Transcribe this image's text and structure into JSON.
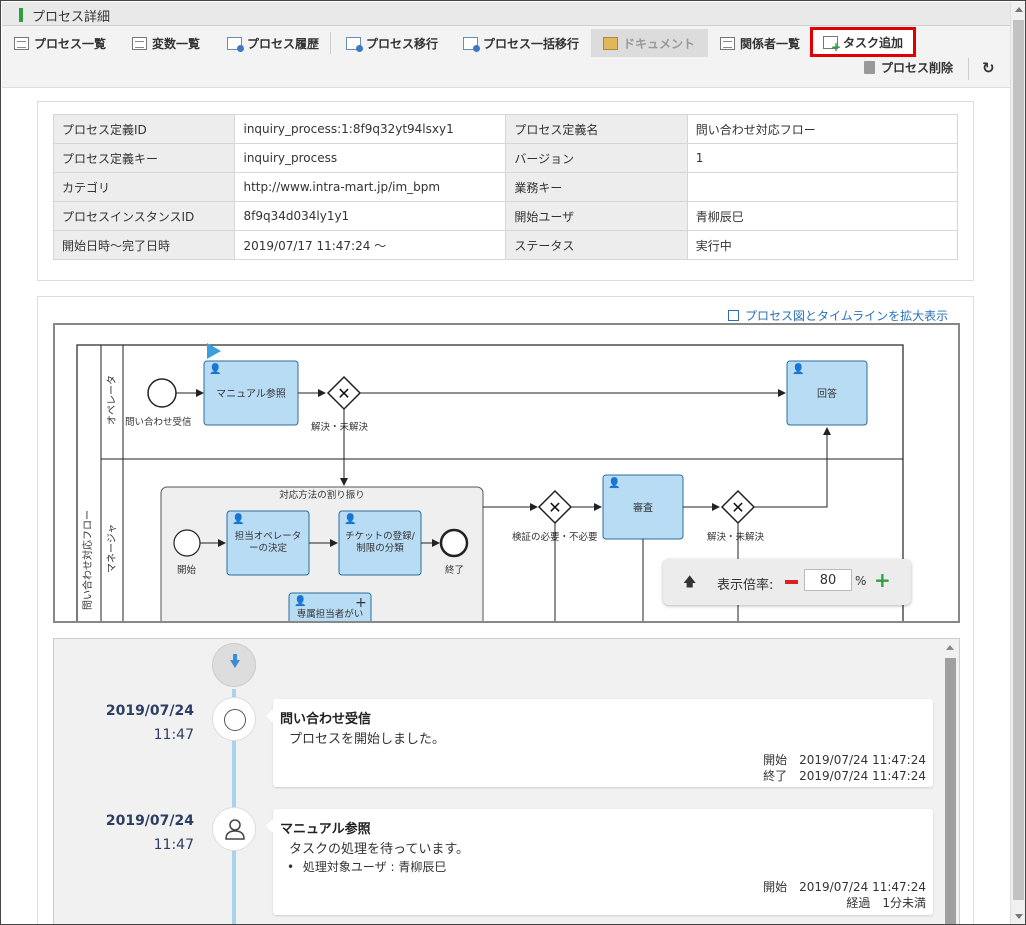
{
  "window": {
    "title": "プロセス詳細"
  },
  "toolbar": {
    "items": [
      {
        "label": "プロセス一覧"
      },
      {
        "label": "変数一覧"
      },
      {
        "label": "プロセス履歴"
      },
      {
        "label": "プロセス移行"
      },
      {
        "label": "プロセス一括移行"
      },
      {
        "label": "ドキュメント"
      },
      {
        "label": "関係者一覧"
      },
      {
        "label": "タスク追加"
      }
    ],
    "delete_label": "プロセス削除",
    "highlight_color": "#e00000"
  },
  "info": {
    "rows": [
      {
        "l1": "プロセス定義ID",
        "v1": "inquiry_process:1:8f9q32yt94lsxy1",
        "l2": "プロセス定義名",
        "v2": "問い合わせ対応フロー"
      },
      {
        "l1": "プロセス定義キー",
        "v1": "inquiry_process",
        "l2": "バージョン",
        "v2": "1"
      },
      {
        "l1": "カテゴリ",
        "v1": "http://www.intra-mart.jp/im_bpm",
        "l2": "業務キー",
        "v2": ""
      },
      {
        "l1": "プロセスインスタンスID",
        "v1": "8f9q34d034ly1y1",
        "l2": "開始ユーザ",
        "v2": "青柳辰巳"
      },
      {
        "l1": "開始日時～完了日時",
        "v1": "2019/07/17 11:47:24 ～",
        "l2": "ステータス",
        "v2": "実行中"
      }
    ]
  },
  "diagram": {
    "expand_link": "プロセス図とタイムラインを拡大表示",
    "pool_label": "問い合わせ対応フロー",
    "lanes": [
      "オペレータ",
      "マネージャ"
    ],
    "events": {
      "start1": "問い合わせ受信",
      "start2": "開始",
      "end2": "終了"
    },
    "tasks": {
      "manual": "マニュアル参照",
      "answer": "回答",
      "review": "審査",
      "assign": "担当オペレータ\nーの決定",
      "ticket": "チケットの登録/\n制限の分類",
      "partial": "専属担当者がい\nる場合、情報を"
    },
    "subprocess": "対応方法の割り振り",
    "gateways": {
      "g1": "解決・未解決",
      "g2": "検証の必要・不必要",
      "g3": "解決・未解決"
    },
    "task_fill": "#b9dcf5",
    "task_stroke": "#2c6c9b"
  },
  "zoom": {
    "label": "表示倍率:",
    "value": "80",
    "unit": "%"
  },
  "timeline": {
    "entries": [
      {
        "date": "2019/07/24",
        "time": "11:47",
        "title": "問い合わせ受信",
        "message": "プロセスを開始しました。",
        "meta1": "開始　2019/07/24 11:47:24",
        "meta2": "終了　2019/07/24 11:47:24"
      },
      {
        "date": "2019/07/24",
        "time": "11:47",
        "title": "マニュアル参照",
        "message": "タスクの処理を待っています。",
        "bullet": "処理対象ユーザ : 青柳辰巳",
        "meta1": "開始　2019/07/24 11:47:24",
        "meta2": "経過　1分未満"
      }
    ]
  }
}
